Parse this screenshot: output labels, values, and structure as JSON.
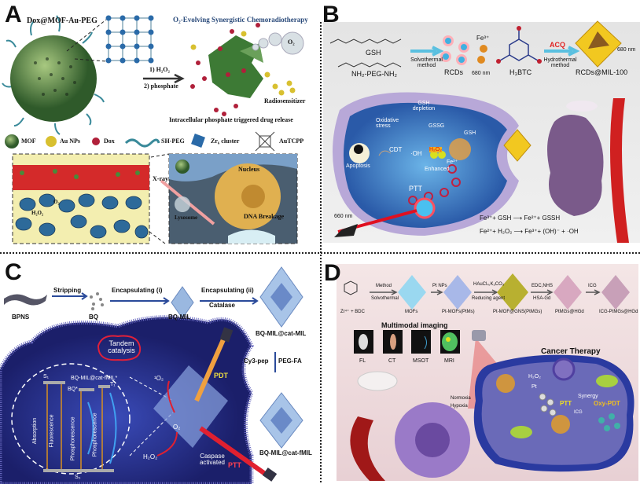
{
  "panels": {
    "a": {
      "letter": "A",
      "construct": "Dox@MOF-Au-PEG",
      "title": "O₂-Evolving Synergistic Chemoradiotherapy",
      "step1": "1) H₂O₂",
      "step2": "2) phosphate",
      "o2": "O₂",
      "radiosensitizer": "Radiosensitizer",
      "release": "Intracellular phosphate triggered drug release",
      "legend": [
        {
          "label": "MOF"
        },
        {
          "label": "Au NPs"
        },
        {
          "label": "Dox"
        },
        {
          "label": "SH-PEG"
        },
        {
          "label": "Zr₆ cluster"
        },
        {
          "label": "AuTCPP"
        }
      ],
      "xray": "X-ray",
      "nucleus": "Nucleus",
      "lysosome": "Lysosome",
      "dna": "DNA Breakage",
      "h2o2": "H₂O₂",
      "o2s": "O₂"
    },
    "b": {
      "letter": "B",
      "gsh": "GSH",
      "peg": "NH₂-PEG-NH₂",
      "solvo": "Solvothermal method",
      "rcds": "RCDs",
      "nm680": "680 nm",
      "fe3": "Fe³⁺",
      "h3btc": "H₃BTC",
      "acq": "ACQ",
      "hydro": "Hydrothermal method",
      "nm680b": "680 nm",
      "product": "RCDs@MIL-100",
      "gsh_depletion": "GSH depletion",
      "oxidative": "Oxidative stress",
      "gssg": "GSSG",
      "gsh2": "GSH",
      "cdt": "CDT",
      "oh": "·OH",
      "h2o2": "H₂O₂",
      "fe": "Fe³⁺",
      "enhanced": "Enhanced",
      "apoptosis": "Apoptosis",
      "ptt": "PTT",
      "laser": "660 nm",
      "eq1": "Fe³⁺+ GSH ⟶ Fe²⁺+ GSSH",
      "eq2": "Fe²⁺+ H₂O₂ ⟶ Fe³⁺+ (OH)⁻ + ·OH"
    },
    "c": {
      "letter": "C",
      "bpns": "BPNS",
      "stripping": "Stripping",
      "bq": "BQ",
      "enc1": "Encapsulating (i)",
      "bqmil": "BQ-MIL",
      "enc2": "Encapsulating (ii)",
      "catalase": "Catalase",
      "catmil": "BQ-MIL@cat-MIL",
      "cy3": "Cy3-pep",
      "pegfa": "PEG-FA",
      "fmil": "BQ-MIL@cat-fMIL",
      "tandem": "Tandem catalysis",
      "pdt": "PDT",
      "ptt": "PTT",
      "singlet": "¹O₂",
      "o2": "O₂",
      "h2o2": "H₂O₂",
      "caspase": "Caspase activated",
      "jab": {
        "s1": "S₁",
        "s0": "S₀",
        "t1": "T₁",
        "bqstar": "BQ*",
        "excited": "BQ-MIL@cat-fMIL*",
        "absorption": "Absorption",
        "fluorescence": "Fluorescence",
        "phos1": "Phosphorescence",
        "phos2": "Phosphorescence"
      }
    },
    "d": {
      "letter": "D",
      "precursor": "Zr⁴⁺ + BDC",
      "method": "Method",
      "solvothermal": "Solvothermal",
      "mofs": "MOFs",
      "ptnps": "Pt NPs",
      "ptms": "Pt-MOFs(PtMs)",
      "haucl": "HAuCl₄,K₂CO₃",
      "reducing": "Reducing agent",
      "ptmgs": "Pt-MOF@GNS(PtMGs)",
      "edc": "EDC,NHS",
      "hsa": "HSA-Gd",
      "hgd": "PtMGs@HGd",
      "icg": "ICG",
      "final": "ICG-PtMGs@HGd",
      "imaging": "Multimodal imaging",
      "modes": [
        "FL",
        "CT",
        "MSOT",
        "MRI"
      ],
      "therapy": "Cancer Therapy",
      "normoxia": "Normoxia",
      "hypoxia": "Hypoxia",
      "h2o2": "H₂O₂",
      "pt": "Pt",
      "synergy": "Synergy",
      "ptt": "PTT",
      "oxypdt": "Oxy-PDT",
      "icg2": "ICG"
    }
  }
}
